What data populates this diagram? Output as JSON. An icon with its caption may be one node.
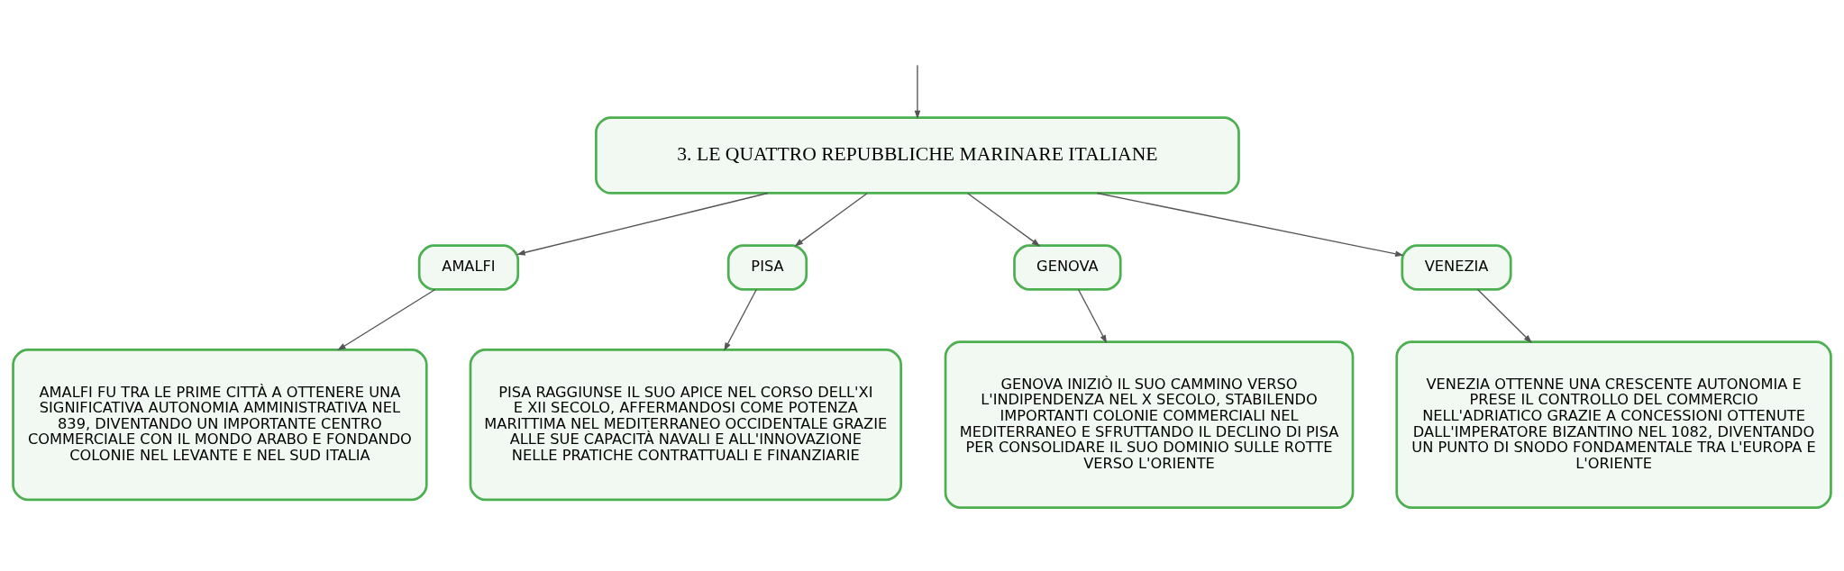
{
  "diagram": {
    "nodes": [
      {
        "text": [
          "3. LE QUATTRO REPUBBLICHE MARINARE ITALIANE"
        ]
      },
      {
        "text": [
          "AMALFI"
        ]
      },
      {
        "text": [
          "PISA"
        ]
      },
      {
        "text": [
          "GENOVA"
        ]
      },
      {
        "text": [
          "VENEZIA"
        ]
      },
      {
        "text": [
          "AMALFI FU TRA LE PRIME CITTÀ A OTTENERE UNA SIGNIFICATIVA AUTONOMIA AMMINISTRATIVA NEL 839, DIVENTANDO UN IMPORTANTE CENTRO COMMERCIALE CON IL MONDO ARABO E FONDANDO COLONIE NEL LEVANTE E NEL SUD ITALIA"
        ]
      },
      {
        "text": [
          "PISA RAGGIUNSE IL SUO APICE NEL CORSO DELL'XI E XII SECOLO, AFFERMANDOSI COME POTENZA MARITTIMA NEL MEDITERRANEO OCCIDENTALE GRAZIE ALLE SUE CAPACITÀ NAVALI E ALL'INNOVAZIONE NELLE PRATICHE CONTRATTUALI E FINANZIARIE"
        ]
      },
      {
        "text": [
          "GENOVA INIZIÒ IL SUO CAMMINO VERSO L'INDIPENDENZA NEL X SECOLO, STABILENDO IMPORTANTI COLONIE COMMERCIALI NEL MEDITERRANEO E SFRUTTANDO IL DECLINO DI PISA PER CONSOLIDARE IL SUO DOMINIO SULLE ROTTE VERSO L'ORIENTE"
        ]
      },
      {
        "text": [
          "VENEZIA OTTENNE UNA CRESCENTE AUTONOMIA E PRESE IL CONTROLLO DEL COMMERCIO NELL'ADRIATICO GRAZIE A CONCESSIONI OTTENUTE DALL'IMPERATORE BIZANTINO NEL 1082, DIVENTANDO UN PUNTO DI SNODO FONDAMENTALE TRA L'EUROPA E L'ORIENTE"
        ]
      }
    ],
    "edges": [
      {
        "from": null,
        "to": 0,
        "arrow": "to"
      },
      {
        "from": 0,
        "to": 1,
        "arrow": "to"
      },
      {
        "from": 0,
        "to": 2,
        "arrow": "to"
      },
      {
        "from": 0,
        "to": 3,
        "arrow": "to"
      },
      {
        "from": 0,
        "to": 4,
        "arrow": "to"
      },
      {
        "from": 1,
        "to": 5,
        "arrow": "to"
      },
      {
        "from": 2,
        "to": 6,
        "arrow": "to"
      },
      {
        "from": 3,
        "to": 7,
        "arrow": "to"
      },
      {
        "from": 4,
        "to": 8,
        "arrow": "to"
      }
    ]
  }
}
